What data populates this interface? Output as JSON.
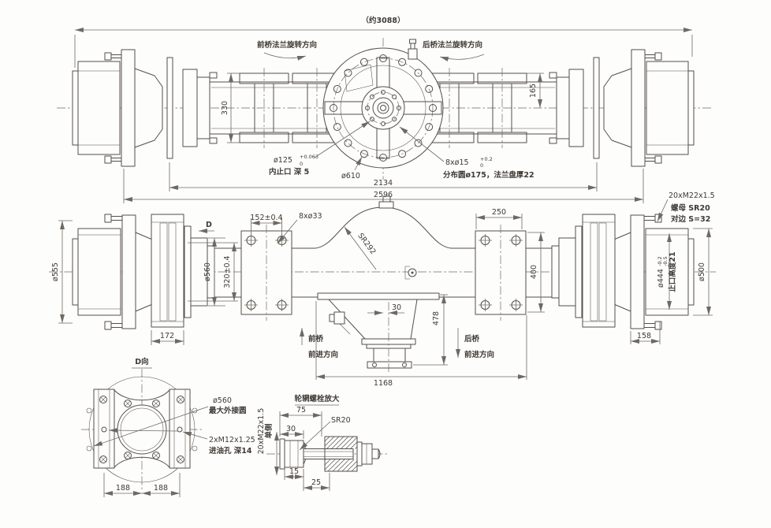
{
  "colors": {
    "line": "#554f48",
    "dim_line": "#6f6962",
    "text": "#3f3a35",
    "background": "#fdfdfb"
  },
  "views": {
    "top": {
      "overall": "（约3088）",
      "front_rotation": "前桥法兰旋转方向",
      "rear_rotation": "后桥法兰旋转方向",
      "dim_330": "330",
      "dim_165": "165",
      "bore_dia": "ø125",
      "bore_tol_up": "+0.063",
      "bore_tol_dn": "0",
      "bore_note": "内止口 深 5",
      "dia_610": "ø610",
      "holes": "8xø15",
      "holes_tol_up": "+0.2",
      "holes_tol_dn": "0",
      "holes_note": "分布圆ø175，法兰盘厚22",
      "dim_2134": "2134",
      "dim_2596": "2596"
    },
    "front": {
      "dia_555": "ø555",
      "d_label": "D",
      "dim_152": "152±0.4",
      "holes_33": "8xø33",
      "sr_292": "SR292",
      "dia_560": "ø560",
      "dim_320": "320±0.4",
      "dim_172": "172",
      "dim_250": "250",
      "dim_400": "400",
      "dim_30": "30",
      "dim_478": "478",
      "dim_1168": "1168",
      "dim_158": "158",
      "dia_500": "ø500",
      "dia_444": "ø444",
      "dia444_tol_up": "-0.2",
      "dia444_tol_dn": "-0.5",
      "spigot_note": "止口高度21",
      "studs": "20xM22x1.5",
      "nut_note": "螺母 SR20",
      "flats_note": "对边 S=32",
      "front_axle": "前桥",
      "front_dir": "前进方向",
      "rear_axle": "后桥",
      "rear_dir": "前进方向"
    },
    "d_view": {
      "title": "D向",
      "dia_560": "ø560",
      "dia560_note": "最大外接圆",
      "oil_holes": "2xM12x1.25",
      "oil_note": "进油孔 深14",
      "dim_188_left": "188",
      "dim_188_right": "188"
    },
    "bolt_detail": {
      "title": "轮辋螺栓放大",
      "dim_75": "75",
      "dim_30": "30",
      "sr_20": "SR20",
      "dim_15": "15",
      "dim_25": "25",
      "studs": "20xM22x1.5",
      "per_side": "单侧"
    }
  }
}
